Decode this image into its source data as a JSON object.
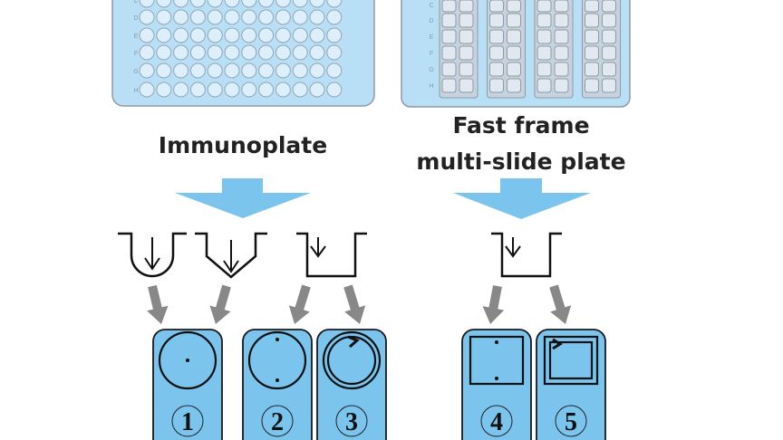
{
  "colors": {
    "plate": "#b8dff5",
    "well": "#dceffa",
    "card": "#7ac4ee",
    "arrow_blue": "#7ac4ee",
    "arrow_gray": "#888888",
    "strip": "#c5d3de"
  },
  "immunoplate": {
    "label": "Immunoplate",
    "row_labels": [
      "C",
      "D",
      "E",
      "F",
      "G",
      "H"
    ],
    "columns": 12
  },
  "fastframe": {
    "label_line1": "Fast frame",
    "label_line2": "multi-slide plate",
    "row_labels": [
      "C",
      "D",
      "E",
      "F",
      "G",
      "H"
    ],
    "slides": 4
  },
  "wells": [
    "round-bottom-well",
    "v-bottom-well",
    "flat-bottom-well",
    "flat-bottom-well"
  ],
  "cards": [
    {
      "number": "1",
      "icon": "circle-center-dot-icon"
    },
    {
      "number": "2",
      "icon": "circle-two-dots-icon"
    },
    {
      "number": "3",
      "icon": "circle-rotation-icon"
    },
    {
      "number": "4",
      "icon": "square-two-dots-icon"
    },
    {
      "number": "5",
      "icon": "square-rotation-icon"
    }
  ]
}
